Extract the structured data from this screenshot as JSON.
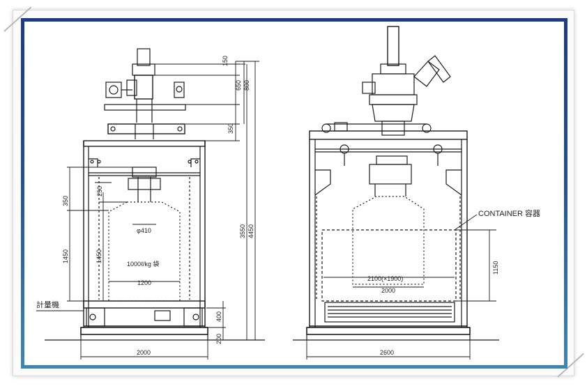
{
  "left_view": {
    "dim_top_150": "150",
    "dim_650": "650",
    "dim_800": "800",
    "dim_350_upper": "350",
    "dim_3550": "3550",
    "dim_4450": "4450",
    "dim_350_left": "350",
    "dim_250": "250",
    "dim_1450_outer": "1450",
    "dim_1450_inner": "1450",
    "dim_phi410": "φ410",
    "label_1000kg": "1000ℓ/kg 袋",
    "dim_1200": "1200",
    "label_scale": "計量機",
    "dim_400": "400",
    "dim_200": "200",
    "dim_2000_bottom": "2000"
  },
  "right_view": {
    "label_container": "CONTAINER 容器",
    "dim_1150": "1150",
    "dim_2100": "2100(×1900)",
    "dim_2000": "2000",
    "dim_2600": "2600"
  }
}
